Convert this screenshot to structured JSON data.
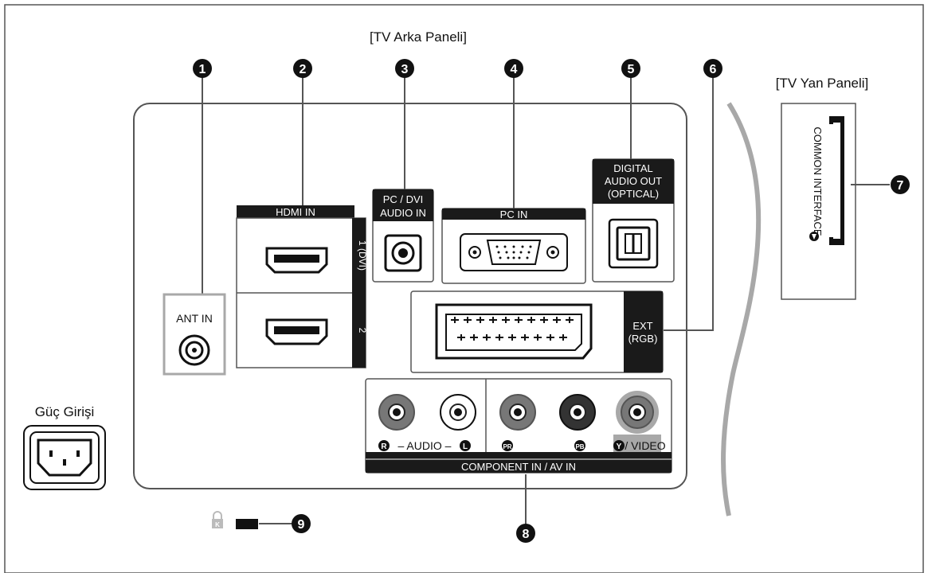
{
  "titles": {
    "back_panel": "[TV Arka Paneli]",
    "side_panel": "[TV Yan Paneli]",
    "power_input": "Güç Girişi"
  },
  "ports": {
    "ant_in": "ANT IN",
    "hdmi_in": "HDMI IN",
    "hdmi_1": "1 (DVI)",
    "hdmi_2": "2",
    "pc_dvi_line1": "PC / DVI",
    "pc_dvi_line2": "AUDIO IN",
    "pc_in": "PC IN",
    "digital_line1": "DIGITAL",
    "digital_line2": "AUDIO OUT",
    "digital_line3": "(OPTICAL)",
    "ext_line1": "EXT",
    "ext_line2": "(RGB)",
    "audio_label": "– AUDIO –",
    "audio_r": "R",
    "audio_l": "L",
    "pr": "PR",
    "pb": "PB",
    "y": "Y",
    "video": "/ VIDEO",
    "component": "COMPONENT IN / AV IN",
    "common_interface": "COMMON INTERFACE",
    "kensington": "K"
  },
  "callouts": [
    "1",
    "2",
    "3",
    "4",
    "5",
    "6",
    "7",
    "8",
    "9"
  ],
  "colors": {
    "panel_border": "#555555",
    "label_bg": "#1a1a1a",
    "highlight_box": "#a8a8a8",
    "cable": "#a8a8a8"
  }
}
